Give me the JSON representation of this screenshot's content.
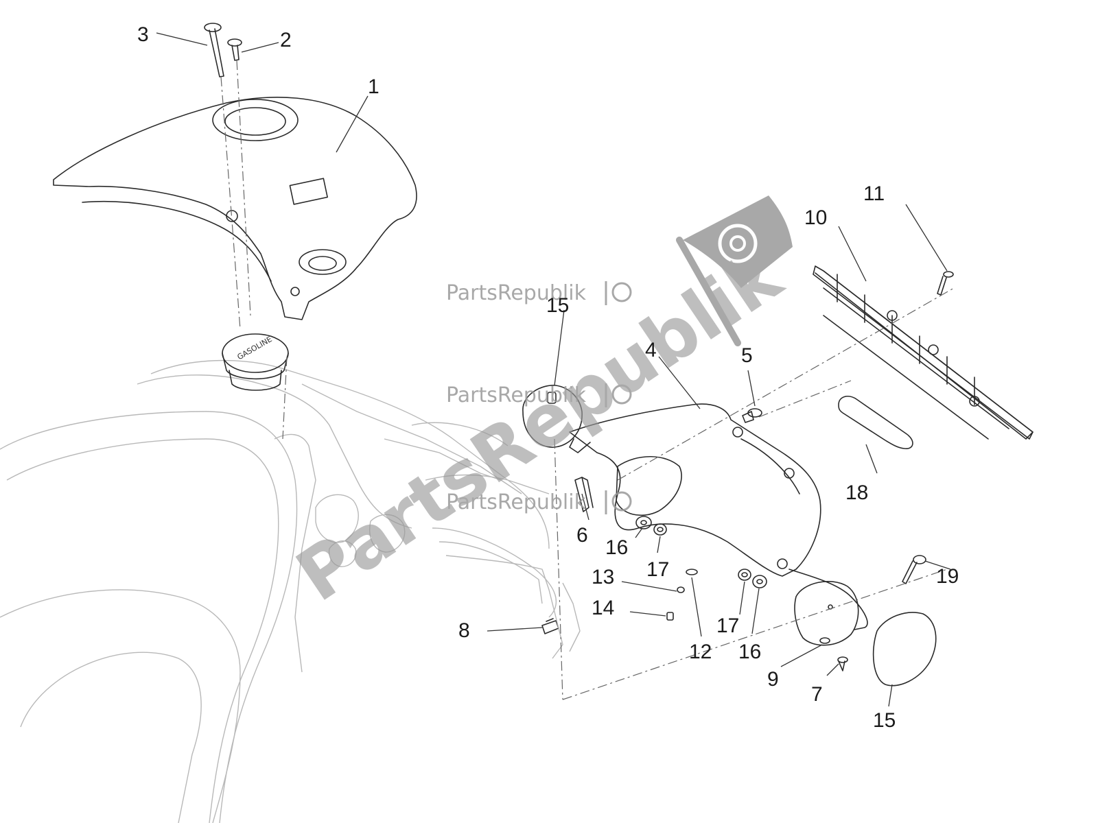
{
  "watermark": {
    "brand_large": "PartsRepublik",
    "brand_small": "PartsRepublik",
    "small_count": 3,
    "color": "#9a9a9a"
  },
  "diagram": {
    "embossed_text": "GASOLINE",
    "part_numbers": [
      "1",
      "2",
      "3",
      "4",
      "5",
      "6",
      "7",
      "8",
      "9",
      "10",
      "11",
      "12",
      "13",
      "14",
      "15",
      "16",
      "17",
      "18",
      "19"
    ],
    "labels": [
      {
        "id": "label-1",
        "text": "1"
      },
      {
        "id": "label-2",
        "text": "2"
      },
      {
        "id": "label-3",
        "text": "3"
      },
      {
        "id": "label-4",
        "text": "4"
      },
      {
        "id": "label-5",
        "text": "5"
      },
      {
        "id": "label-6",
        "text": "6"
      },
      {
        "id": "label-7",
        "text": "7"
      },
      {
        "id": "label-8",
        "text": "8"
      },
      {
        "id": "label-9",
        "text": "9"
      },
      {
        "id": "label-10",
        "text": "10"
      },
      {
        "id": "label-11",
        "text": "11"
      },
      {
        "id": "label-12",
        "text": "12"
      },
      {
        "id": "label-13",
        "text": "13"
      },
      {
        "id": "label-14",
        "text": "14"
      },
      {
        "id": "label-15a",
        "text": "15"
      },
      {
        "id": "label-15b",
        "text": "15"
      },
      {
        "id": "label-16a",
        "text": "16"
      },
      {
        "id": "label-16b",
        "text": "16"
      },
      {
        "id": "label-17a",
        "text": "17"
      },
      {
        "id": "label-17b",
        "text": "17"
      },
      {
        "id": "label-18",
        "text": "18"
      },
      {
        "id": "label-19",
        "text": "19"
      }
    ]
  }
}
